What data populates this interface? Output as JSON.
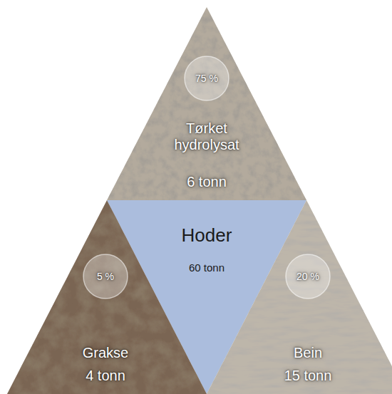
{
  "diagram": {
    "nodes": [
      {
        "text": [
          "Tørket hydrolysat",
          "6 tonn"
        ]
      },
      {
        "text": [
          "75 %"
        ],
        "in": 0
      },
      {
        "text": [
          "Hoder",
          "60 tonn"
        ]
      },
      {
        "text": [
          "Grakse",
          "4 tonn"
        ]
      },
      {
        "text": [
          "5 %"
        ],
        "in": 3
      },
      {
        "text": [
          "Bein",
          "15 tonn"
        ]
      },
      {
        "text": [
          "20 %"
        ],
        "in": 5
      }
    ]
  }
}
